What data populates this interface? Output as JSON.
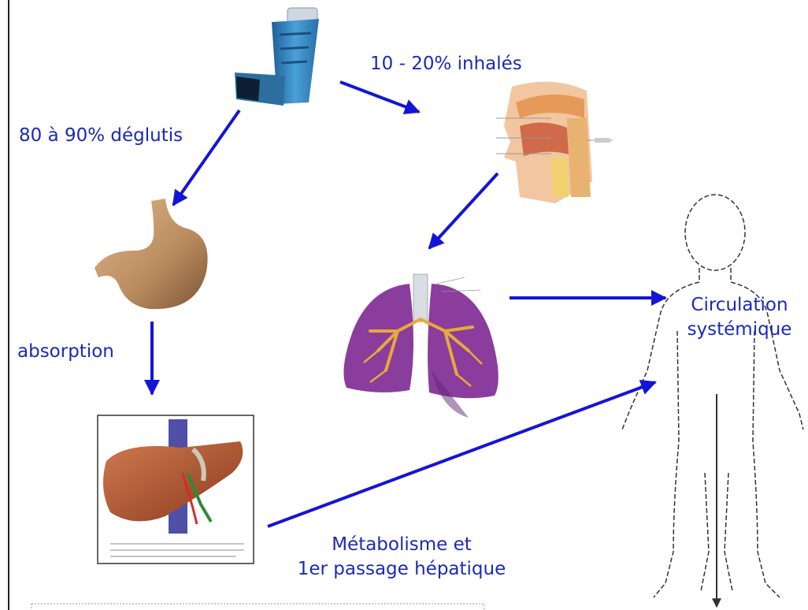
{
  "labels": {
    "swallowed": "80 à 90% déglutis",
    "inhaled": "10 - 20% inhalés",
    "absorption": "absorption",
    "systemic_line1": "Circulation",
    "systemic_line2": "systémique",
    "metabolism_line1": "Métabolisme et",
    "metabolism_line2": "1er passage hépatique"
  },
  "colors": {
    "arrow": "#1414d8",
    "text": "#1a2ab8",
    "inhaler": "#2f86c4",
    "stomach": "#b98a5e",
    "liver": "#b4532e",
    "lungs": "#8a3d9c",
    "bronchi": "#e8a93a"
  },
  "icons": [
    "inhaler-icon",
    "stomach-icon",
    "head-section-icon",
    "lungs-icon",
    "liver-icon",
    "human-body-outline-icon"
  ]
}
